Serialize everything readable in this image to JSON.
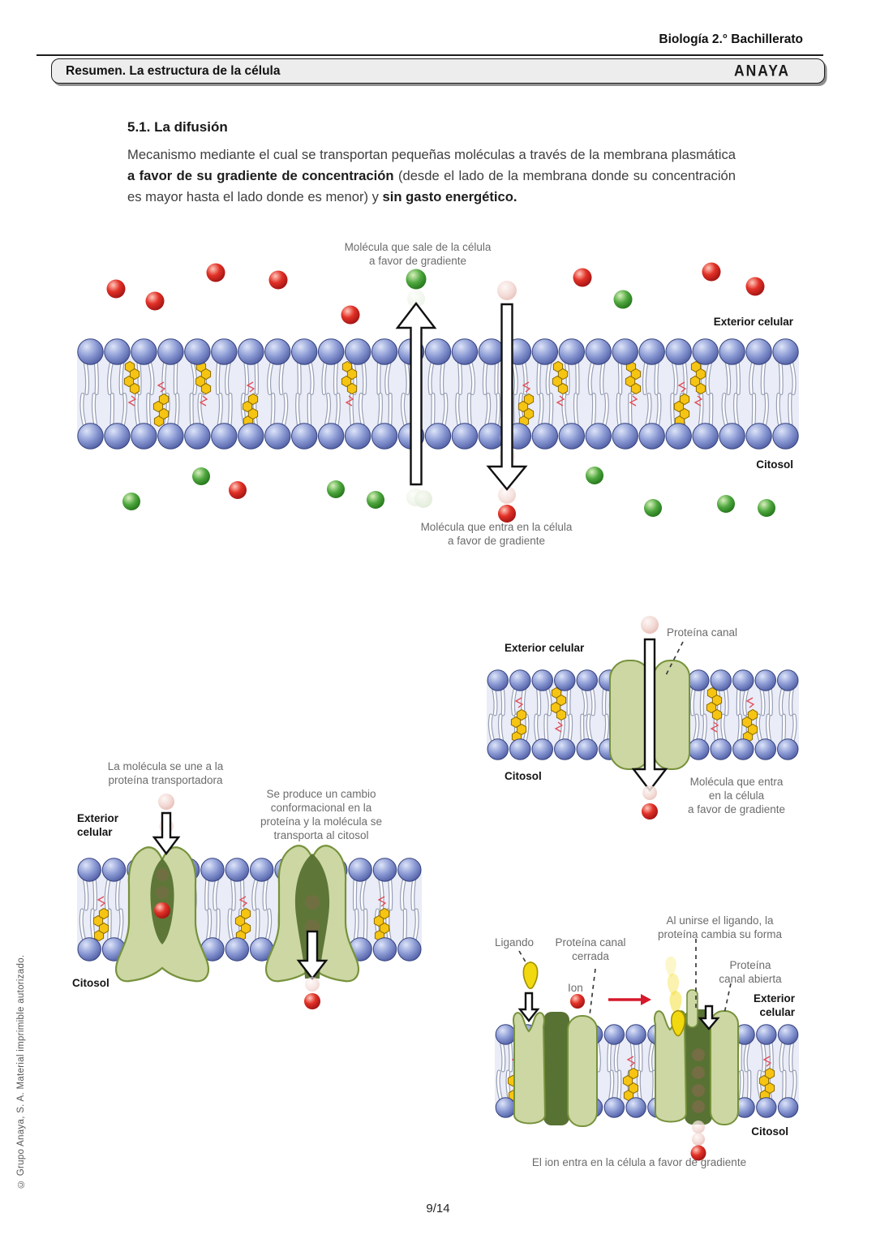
{
  "page": {
    "course": "Biología 2.° Bachillerato",
    "bar_title": "Resumen. La estructura de la célula",
    "publisher": "ANAYA",
    "copyright": "© Grupo Anaya, S. A. Material imprimible autorizado.",
    "page_number": "9/14"
  },
  "section": {
    "title": "5.1. La difusión",
    "p1": "Mecanismo mediante el cual se transportan pequeñas moléculas a través de la membrana plasmática ",
    "p_bold1": "a favor de su gradiente de concentración",
    "p2": " (desde el lado de la membrana donde su concentración es mayor hasta el lado donde es menor) y ",
    "p_bold2": "sin gasto energético."
  },
  "diagram1": {
    "label_out": "Molécula que sale de la célula\na favor de gradiente",
    "exterior": "Exterior celular",
    "citosol": "Citosol",
    "label_in": "Molécula que entra en la célula\na favor de gradiente"
  },
  "diagram2": {
    "exterior": "Exterior celular",
    "protein": "Proteína canal",
    "citosol": "Citosol",
    "label_in": "Molécula que entra\nen la célula\na favor de gradiente"
  },
  "diagram3": {
    "label_bind": "La molécula se une a la\nproteína transportadora",
    "label_change": "Se produce un cambio\nconformacional en la\nproteína y la molécula se\ntransporta al citosol",
    "exterior": "Exterior\ncelular",
    "citosol": "Citosol"
  },
  "diagram4": {
    "ligand": "Ligando",
    "closed": "Proteína canal\ncerrada",
    "ion": "Ion",
    "open_note": "Al unirse el ligando, la\nproteína cambia su forma",
    "open": "Proteína\ncanal abierta",
    "exterior": "Exterior\ncelular",
    "citosol": "Citosol",
    "label_in": "El ion entra en la célula a favor de gradiente"
  },
  "colors": {
    "accent_red": "#d6192b",
    "molecule_red": "#d42a20",
    "molecule_green": "#3fa238",
    "membrane_head_blue": "#8495ce",
    "membrane_interior": "#eaecf7",
    "protein_green": "#ccd7a3",
    "protein_outline": "#77923c",
    "protein_dark_green": "#577233",
    "ligand_yellow": "#f2d90f",
    "cholesterol_yellow": "#f6c513"
  }
}
